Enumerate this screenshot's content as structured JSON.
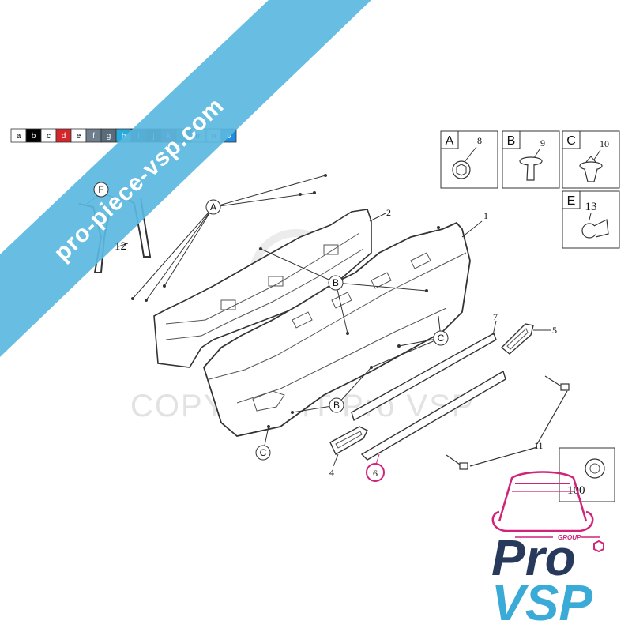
{
  "watermark": {
    "banner_text": "pro-piece-vsp.com",
    "copyright_text": "COPYRIGHT Pro VSP",
    "banner_color": "#5ab8e0"
  },
  "palette": [
    {
      "label": "a",
      "color": "#ffffff",
      "text": "#000000"
    },
    {
      "label": "b",
      "color": "#000000",
      "text": "#ffffff"
    },
    {
      "label": "c",
      "color": "#ffffff",
      "text": "#000000"
    },
    {
      "label": "d",
      "color": "#d6262b",
      "text": "#ffffff"
    },
    {
      "label": "e",
      "color": "#ffffff",
      "text": "#000000"
    },
    {
      "label": "f",
      "color": "#6e7e8c",
      "text": "#ffffff"
    },
    {
      "label": "g",
      "color": "#5a6c7a",
      "text": "#ffffff"
    },
    {
      "label": "h",
      "color": "#2aa9dc",
      "text": "#ffffff"
    },
    {
      "label": "i",
      "color": "#1b3a6a",
      "text": "#ffffff"
    },
    {
      "label": "j",
      "color": "#1a1a1a",
      "text": "#ffffff"
    },
    {
      "label": "k",
      "color": "#7a3a6a",
      "text": "#ffffff"
    },
    {
      "label": "l",
      "color": "#6a7a8a",
      "text": "#ffffff"
    },
    {
      "label": "m",
      "color": "#ffffff",
      "text": "#000000"
    },
    {
      "label": "n",
      "color": "#ffffff",
      "text": "#000000"
    },
    {
      "label": "o",
      "color": "#1e8ee0",
      "text": "#ffffff"
    }
  ],
  "legend": [
    {
      "letter": "A",
      "number": "8"
    },
    {
      "letter": "B",
      "number": "9"
    },
    {
      "letter": "C",
      "number": "10"
    },
    {
      "letter": "E",
      "number": "13"
    }
  ],
  "callouts": {
    "letters": {
      "A": "A",
      "B": "B",
      "C": "C",
      "F": "F"
    },
    "numbers": {
      "n1": "1",
      "n2": "2",
      "n4": "4",
      "n5": "5",
      "n6": "6",
      "n7": "7",
      "n11": "11",
      "n12": "12",
      "n100": "100"
    }
  },
  "logo": {
    "group": "GROUP",
    "pro": "Pro",
    "vsp": "VSP",
    "accent_color": "#d0237a",
    "dark_color": "#283a5c",
    "light_color": "#3aaad6"
  }
}
